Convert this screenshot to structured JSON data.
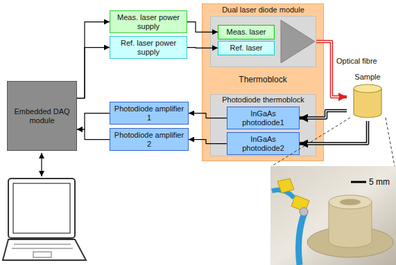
{
  "diagram": {
    "nodes": [
      {
        "text": [
          "Embedded DAQ module"
        ]
      },
      {
        "text": [
          "Meas. laser power supply"
        ]
      },
      {
        "text": [
          "Ref. laser power supply"
        ]
      },
      {
        "text": [
          "Photodiode amplifier 1"
        ]
      },
      {
        "text": [
          "Photodiode amplifier 2"
        ]
      },
      {
        "text": [
          "Thermoblock"
        ]
      },
      {
        "text": [
          "Dual laser diode module"
        ],
        "in": 5
      },
      {
        "text": [
          "Meas. laser"
        ],
        "in": 6
      },
      {
        "text": [
          "Ref. laser"
        ],
        "in": 6
      },
      {
        "text": [
          "Photodiode thermoblock"
        ],
        "in": 5
      },
      {
        "text": [
          "InGaAs photodiode1"
        ],
        "in": 9
      },
      {
        "text": [
          "InGaAs photodiode2"
        ],
        "in": 9
      },
      {
        "text": [
          "Sample"
        ]
      }
    ],
    "edges": [
      {
        "from": 0,
        "to": 1,
        "arrow": "to"
      },
      {
        "from": 0,
        "to": 2,
        "arrow": "to"
      },
      {
        "from": 3,
        "to": 0,
        "arrow": "to"
      },
      {
        "from": 4,
        "to": 0,
        "arrow": "to"
      },
      {
        "from": 1,
        "to": 7,
        "arrow": "to"
      },
      {
        "from": 2,
        "to": 8,
        "arrow": "to"
      },
      {
        "from": 10,
        "to": 3,
        "arrow": "to"
      },
      {
        "from": 11,
        "to": 4,
        "arrow": "to"
      },
      {
        "from": 6,
        "to": 12,
        "label": "Optical fibre",
        "arrow": "to"
      },
      {
        "from": 12,
        "to": 10,
        "arrow": "to"
      },
      {
        "from": 12,
        "to": 11,
        "arrow": "to"
      }
    ],
    "labels": [
      "5 mm"
    ]
  }
}
